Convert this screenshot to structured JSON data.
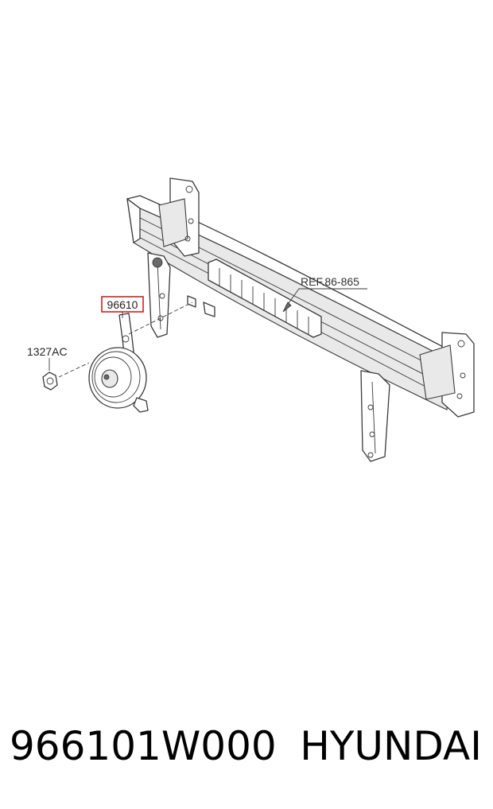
{
  "diagram": {
    "callouts": {
      "part_ref": "96610",
      "nut_ref": "1327AC",
      "section_ref": "REF.86-865"
    },
    "highlight_color": "#cc2222"
  },
  "footer": {
    "part_number": "966101W000",
    "brand": "HYUNDAI"
  }
}
